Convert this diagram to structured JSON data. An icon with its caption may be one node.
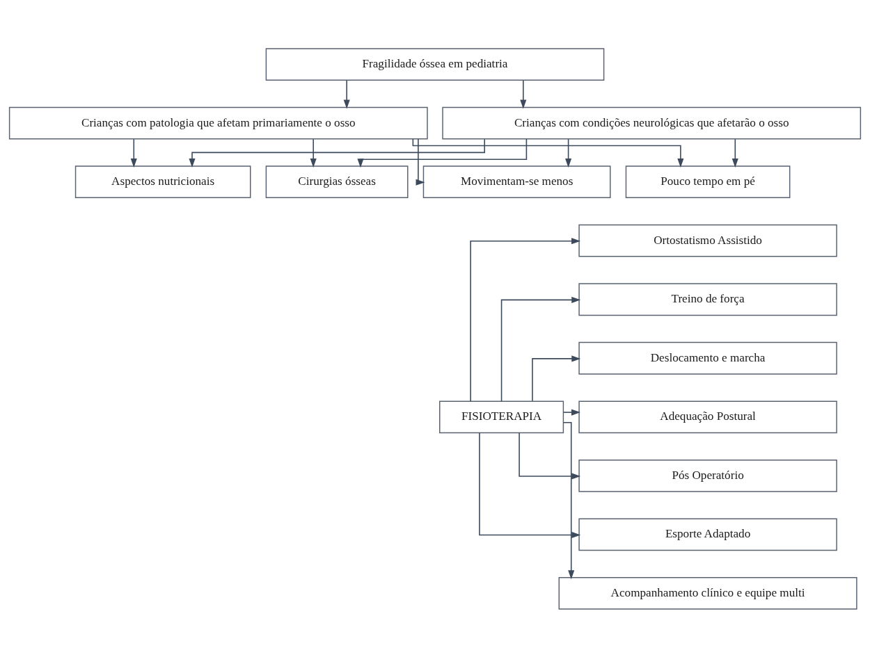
{
  "diagram": {
    "nodes": [
      {
        "text": [
          "Fragilidade óssea em pediatria"
        ]
      },
      {
        "text": [
          "Crianças com patologia que afetam primariamente o osso"
        ]
      },
      {
        "text": [
          "Crianças com condições neurológicas que afetarão o osso"
        ]
      },
      {
        "text": [
          "Movimentam-se menos"
        ]
      },
      {
        "text": [
          "Pouco tempo em pé"
        ]
      },
      {
        "text": [
          "Aspectos nutricionais"
        ]
      },
      {
        "text": [
          "Cirurgias ósseas"
        ]
      },
      {
        "text": [
          "FISIOTERAPIA"
        ]
      },
      {
        "text": [
          "Ortostatismo Assistido"
        ]
      },
      {
        "text": [
          "Treino de força"
        ]
      },
      {
        "text": [
          "Deslocamento e marcha"
        ]
      },
      {
        "text": [
          "Adequação Postural"
        ]
      },
      {
        "text": [
          "Pós Operatório"
        ]
      },
      {
        "text": [
          "Esporte Adaptado"
        ]
      },
      {
        "text": [
          "Acompanhamento clínico e equipe multi"
        ]
      }
    ],
    "edges": [
      {
        "from": 0,
        "to": 1,
        "arrow": "to"
      },
      {
        "from": 0,
        "to": 2,
        "arrow": "to"
      },
      {
        "from": 1,
        "to": 3,
        "arrow": "to"
      },
      {
        "from": 1,
        "to": 4,
        "arrow": "to"
      },
      {
        "from": 1,
        "to": 5,
        "arrow": "to"
      },
      {
        "from": 1,
        "to": 6,
        "arrow": "to"
      },
      {
        "from": 2,
        "to": 3,
        "arrow": "to"
      },
      {
        "from": 2,
        "to": 4,
        "arrow": "to"
      },
      {
        "from": 2,
        "to": 5,
        "arrow": "to"
      },
      {
        "from": 2,
        "to": 6,
        "arrow": "to"
      },
      {
        "from": 7,
        "to": 8,
        "arrow": "to"
      },
      {
        "from": 7,
        "to": 9,
        "arrow": "to"
      },
      {
        "from": 7,
        "to": 10,
        "arrow": "to"
      },
      {
        "from": 7,
        "to": 11,
        "arrow": "to"
      },
      {
        "from": 7,
        "to": 12,
        "arrow": "to"
      },
      {
        "from": 7,
        "to": 13,
        "arrow": "to"
      },
      {
        "from": 7,
        "to": 14,
        "arrow": "to"
      }
    ]
  }
}
